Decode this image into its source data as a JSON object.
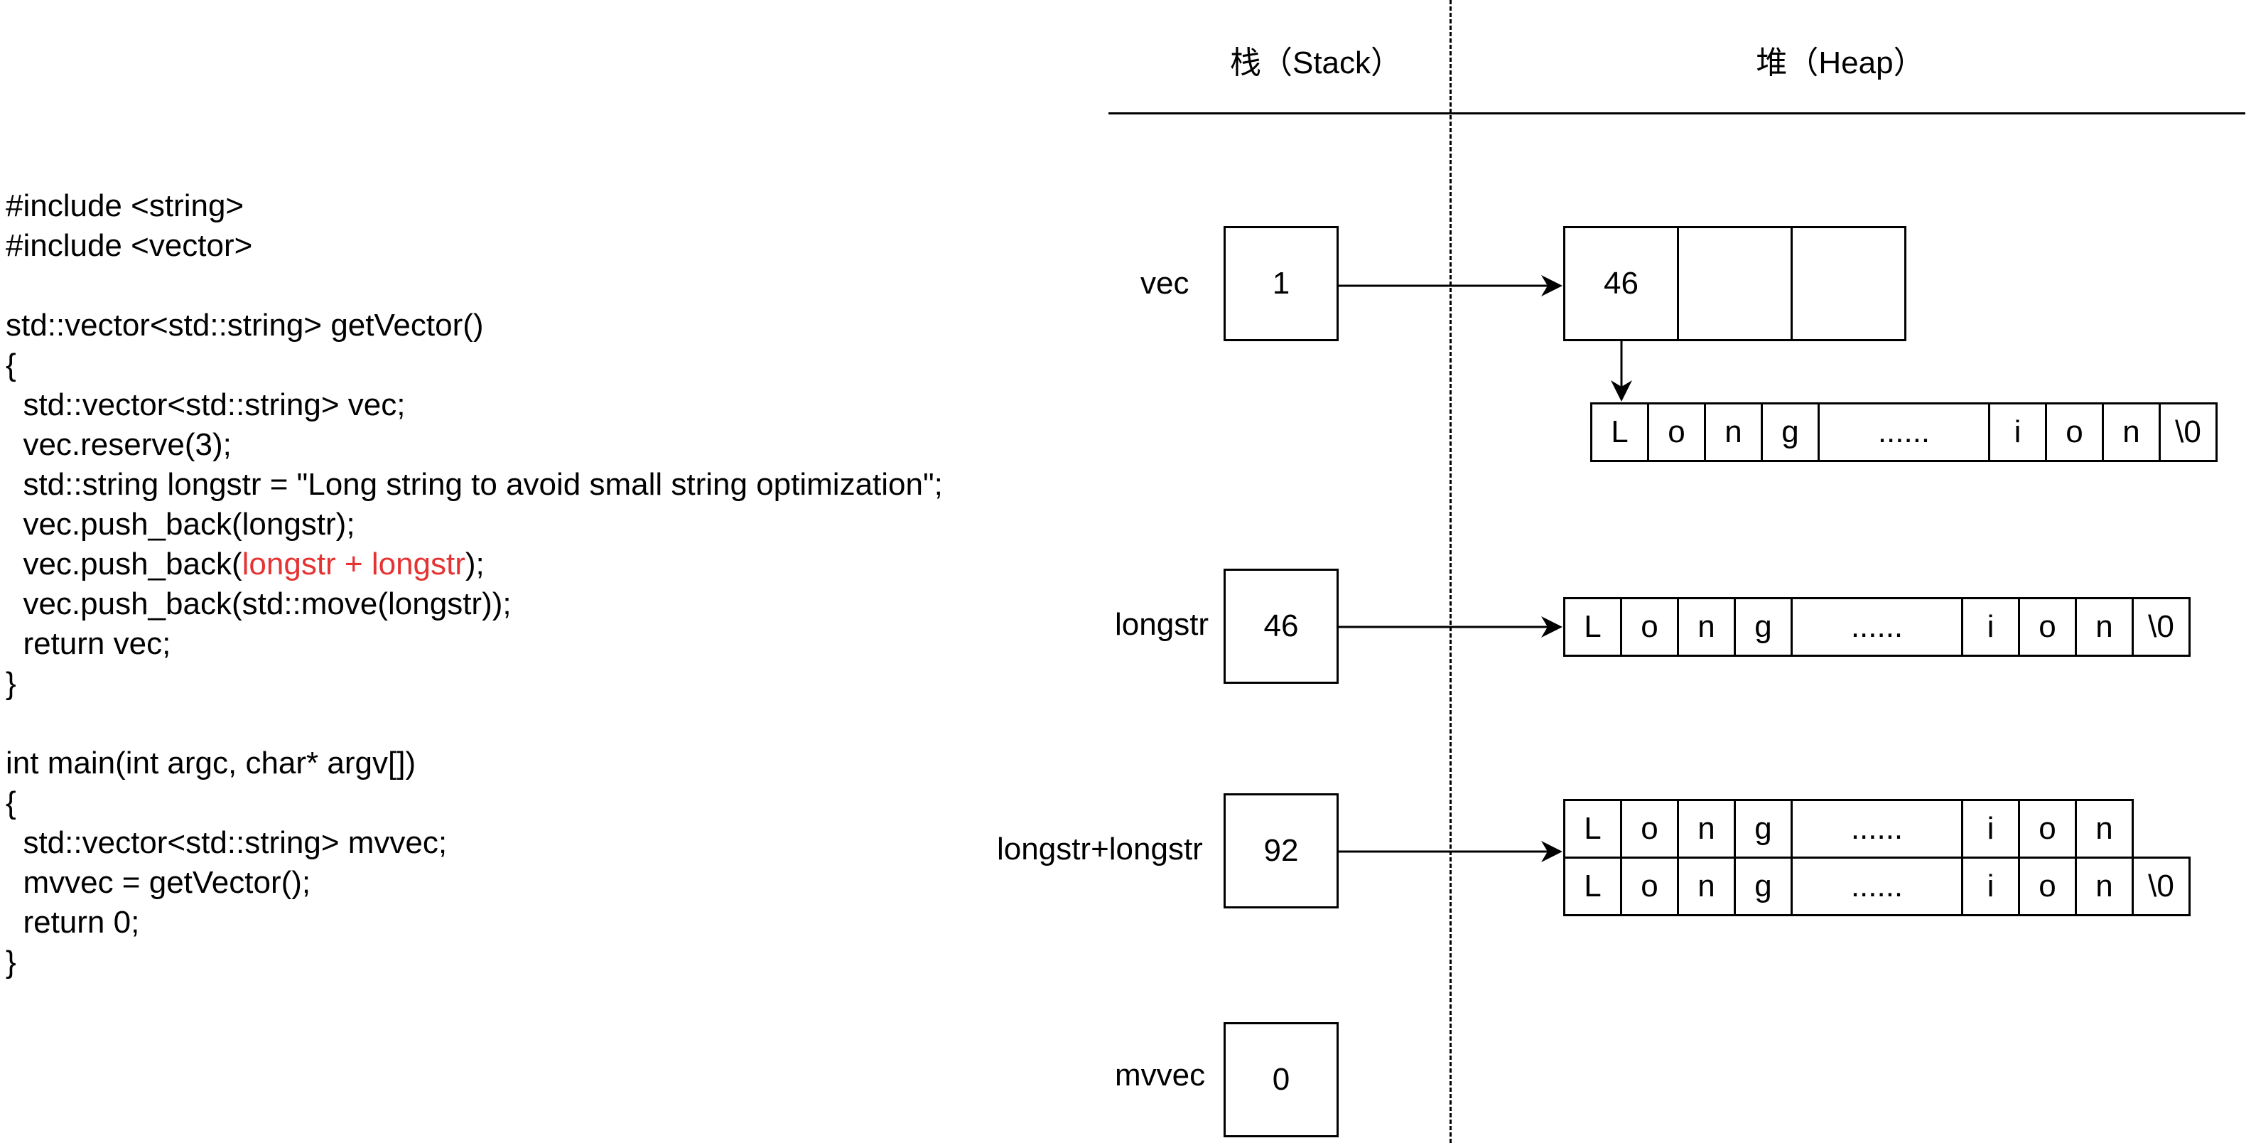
{
  "code": {
    "lines": [
      {
        "before": "#include <string>",
        "highlight": "",
        "after": ""
      },
      {
        "before": "#include <vector>",
        "highlight": "",
        "after": ""
      },
      {
        "before": "",
        "highlight": "",
        "after": ""
      },
      {
        "before": "std::vector<std::string> getVector()",
        "highlight": "",
        "after": ""
      },
      {
        "before": "{",
        "highlight": "",
        "after": ""
      },
      {
        "before": "  std::vector<std::string> vec;",
        "highlight": "",
        "after": ""
      },
      {
        "before": "  vec.reserve(3);",
        "highlight": "",
        "after": ""
      },
      {
        "before": "  std::string longstr = \"Long string to avoid small string optimization\";",
        "highlight": "",
        "after": ""
      },
      {
        "before": "  vec.push_back(longstr);",
        "highlight": "",
        "after": ""
      },
      {
        "before": "  vec.push_back(",
        "highlight": "longstr + longstr",
        "after": ");"
      },
      {
        "before": "  vec.push_back(std::move(longstr));",
        "highlight": "",
        "after": ""
      },
      {
        "before": "  return vec;",
        "highlight": "",
        "after": ""
      },
      {
        "before": "}",
        "highlight": "",
        "after": ""
      },
      {
        "before": "",
        "highlight": "",
        "after": ""
      },
      {
        "before": "int main(int argc, char* argv[])",
        "highlight": "",
        "after": ""
      },
      {
        "before": "{",
        "highlight": "",
        "after": ""
      },
      {
        "before": "  std::vector<std::string> mvvec;",
        "highlight": "",
        "after": ""
      },
      {
        "before": "  mvvec = getVector();",
        "highlight": "",
        "after": ""
      },
      {
        "before": "  return 0;",
        "highlight": "",
        "after": ""
      },
      {
        "before": "}",
        "highlight": "",
        "after": ""
      }
    ],
    "highlight_color": "#e53333"
  },
  "headers": {
    "stack": "栈（Stack）",
    "heap": "堆（Heap）"
  },
  "stack": {
    "vec": {
      "label": "vec",
      "value": "1"
    },
    "longstr": {
      "label": "longstr",
      "value": "46"
    },
    "concat": {
      "label": "longstr+longstr",
      "value": "92"
    },
    "mvvec": {
      "label": "mvvec",
      "value": "0"
    }
  },
  "heap": {
    "vec_slots": [
      "46",
      "",
      ""
    ],
    "string_cells": [
      "L",
      "o",
      "n",
      "g",
      "......",
      "i",
      "o",
      "n",
      "\\0"
    ],
    "concat_row1": [
      "L",
      "o",
      "n",
      "g",
      "......",
      "i",
      "o",
      "n"
    ],
    "concat_row2": [
      "L",
      "o",
      "n",
      "g",
      "......",
      "i",
      "o",
      "n",
      "\\0"
    ]
  }
}
